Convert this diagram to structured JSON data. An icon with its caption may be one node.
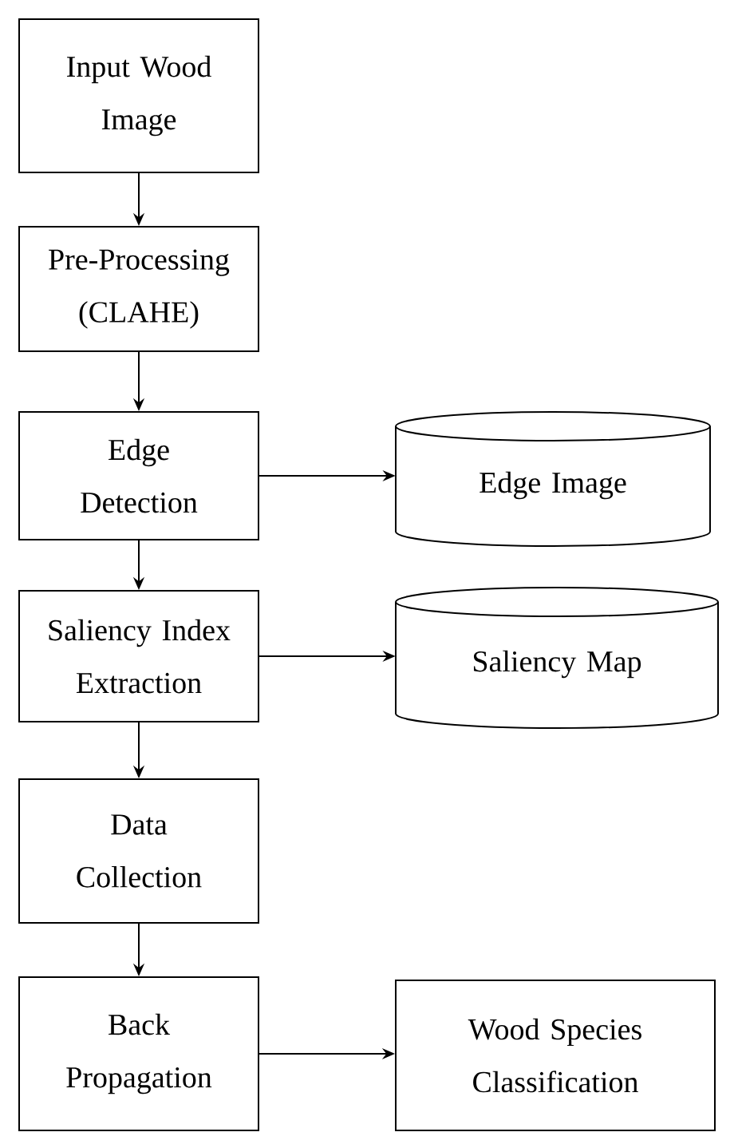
{
  "diagram": {
    "nodes": [
      {
        "text": [
          "Input Wood Image"
        ]
      },
      {
        "text": [
          "Pre-Processing (CLAHE)"
        ]
      },
      {
        "text": [
          "Edge Detection"
        ]
      },
      {
        "text": [
          "Saliency Index Extraction"
        ]
      },
      {
        "text": [
          "Data Collection"
        ]
      },
      {
        "text": [
          "Back Propagation"
        ]
      },
      {
        "text": [
          "Edge Image"
        ]
      },
      {
        "text": [
          "Saliency Map"
        ]
      },
      {
        "text": [
          "Wood Species Classification"
        ]
      }
    ],
    "edges": [
      {
        "from": 0,
        "to": 1,
        "arrow": "to"
      },
      {
        "from": 1,
        "to": 2,
        "arrow": "to"
      },
      {
        "from": 2,
        "to": 6,
        "arrow": "to"
      },
      {
        "from": 2,
        "to": 3,
        "arrow": "to"
      },
      {
        "from": 3,
        "to": 7,
        "arrow": "to"
      },
      {
        "from": 3,
        "to": 4,
        "arrow": "to"
      },
      {
        "from": 4,
        "to": 5,
        "arrow": "to"
      },
      {
        "from": 5,
        "to": 8,
        "arrow": "to"
      }
    ]
  }
}
